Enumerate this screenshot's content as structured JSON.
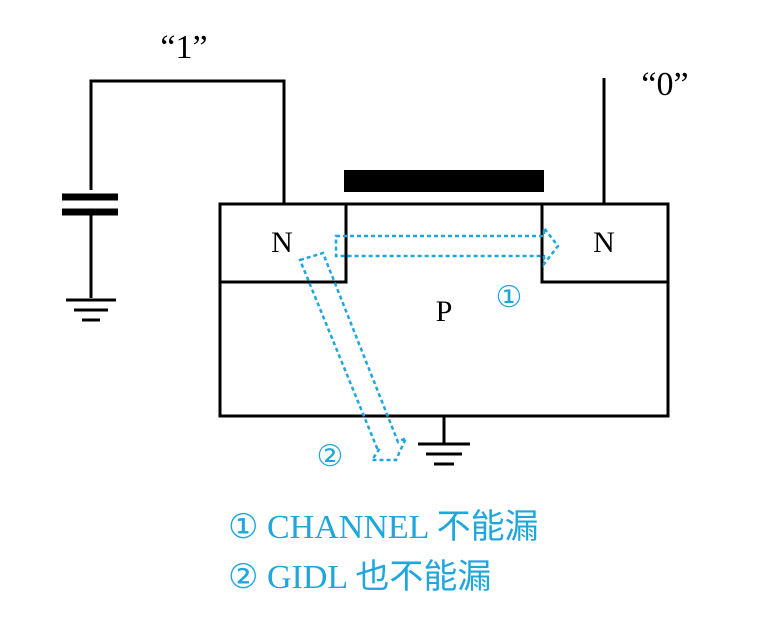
{
  "labels": {
    "bitline_left": "“1”",
    "bitline_right": "“0”",
    "source_region": "N",
    "drain_region": "N",
    "substrate": "P",
    "marker_1": "①",
    "marker_2": "②"
  },
  "legend": [
    {
      "marker": "①",
      "text": "CHANNEL 不能漏"
    },
    {
      "marker": "②",
      "text": "GIDL 也不能漏"
    }
  ],
  "colors": {
    "structure": "#000000",
    "leakage_path": "#1fa6dc"
  }
}
